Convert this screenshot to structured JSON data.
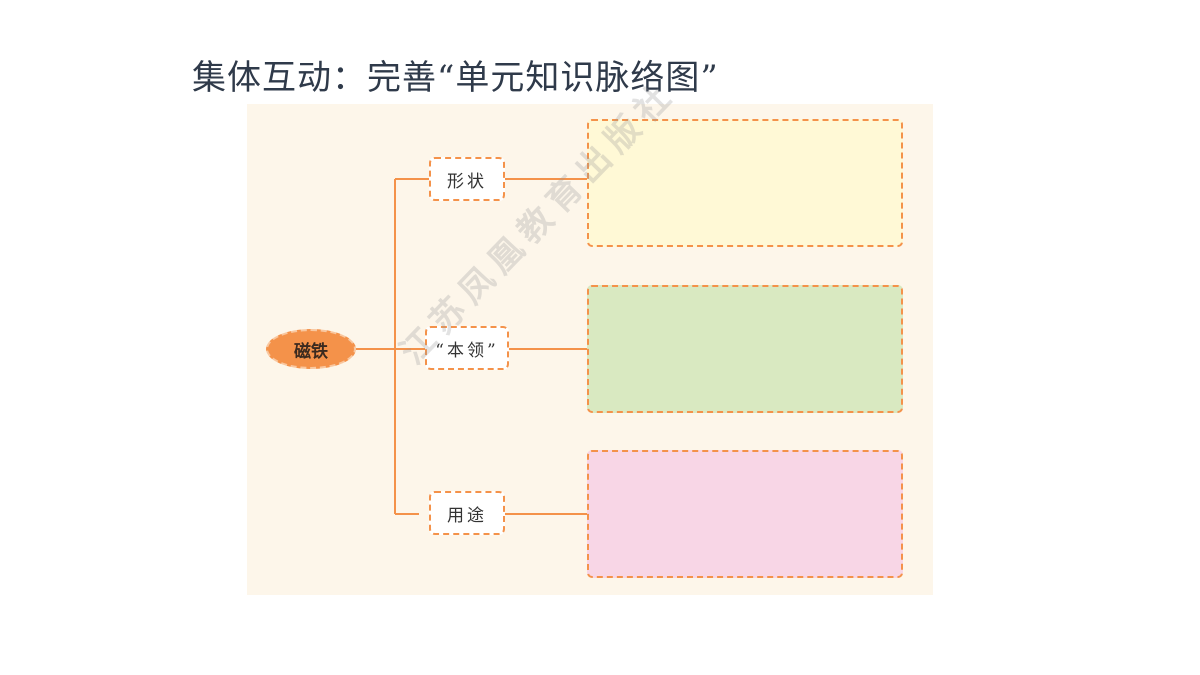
{
  "slide": {
    "title": "集体互动：完善“单元知识脉络图”"
  },
  "diagram": {
    "root": {
      "label": "磁铁",
      "color": "#f4924a"
    },
    "branches": [
      {
        "label": "形状",
        "answer_box_color": "#fff9d6"
      },
      {
        "label": "“本领”",
        "answer_box_color": "#d9e9c1"
      },
      {
        "label": "用途",
        "answer_box_color": "#f8d6e6"
      }
    ],
    "line_color": "#f4924a",
    "panel_background": "#fdf6ea"
  },
  "watermark": {
    "text": "江苏凤凰教育出版社"
  }
}
